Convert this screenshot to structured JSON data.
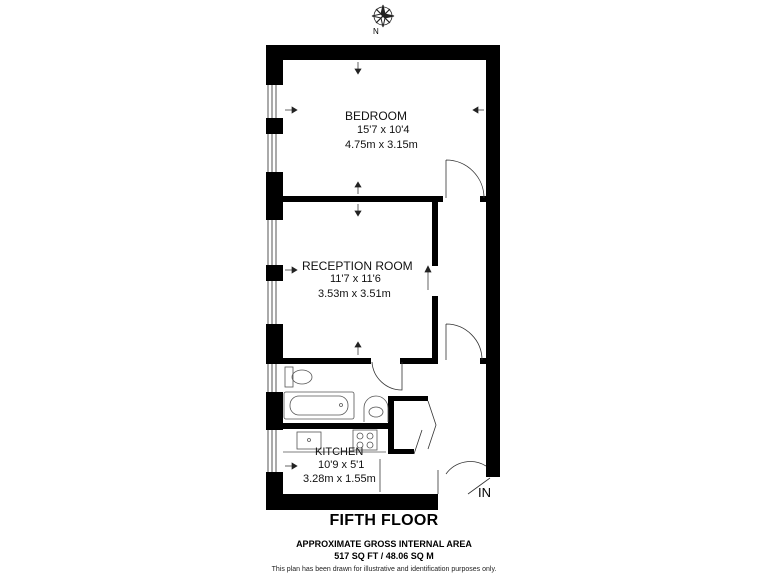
{
  "compass": {
    "north_label": "N",
    "icon": "compass-rose-icon"
  },
  "rooms": {
    "bedroom": {
      "name": "BEDROOM",
      "imperial": "15'7 x 10'4",
      "metric": "4.75m x 3.15m"
    },
    "reception": {
      "name": "RECEPTION ROOM",
      "imperial": "11'7 x 11'6",
      "metric": "3.53m x 3.51m"
    },
    "kitchen": {
      "name": "KITCHEN",
      "imperial": "10'9 x 5'1",
      "metric": "3.28m x 1.55m"
    }
  },
  "entry_label": "IN",
  "floor_title": "FIFTH FLOOR",
  "area": {
    "title": "APPROXIMATE GROSS INTERNAL AREA",
    "values": "517 SQ FT / 48.06 SQ M"
  },
  "disclaimer": "This plan has been drawn for illustrative and identification purposes only.",
  "colors": {
    "wall": "#000000",
    "fixture": "#555555",
    "background": "#ffffff"
  }
}
